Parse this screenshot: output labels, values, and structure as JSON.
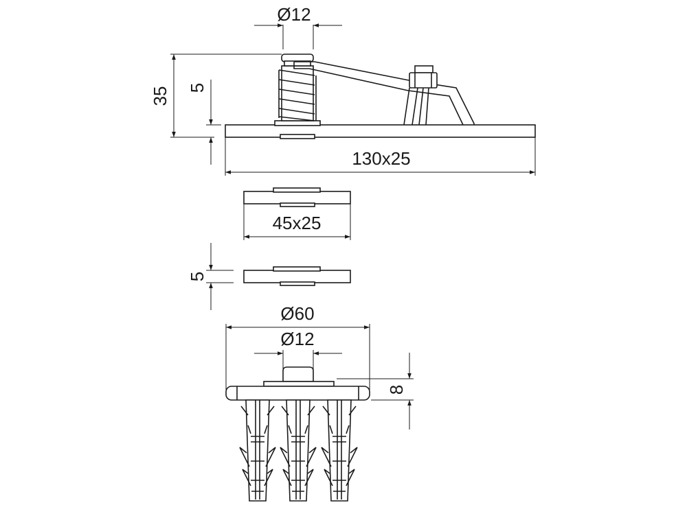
{
  "drawing": {
    "top_view": {
      "diameter_label": "Ø12",
      "height_label": "35",
      "plate_thickness_label": "5",
      "plate_size_label": "130x25"
    },
    "mid_view": {
      "plate_size_label": "45x25"
    },
    "lower_view": {
      "plate_thickness_label": "5"
    },
    "bottom_view": {
      "outer_diameter_label": "Ø60",
      "inner_diameter_label": "Ø12",
      "height_label": "8"
    }
  }
}
